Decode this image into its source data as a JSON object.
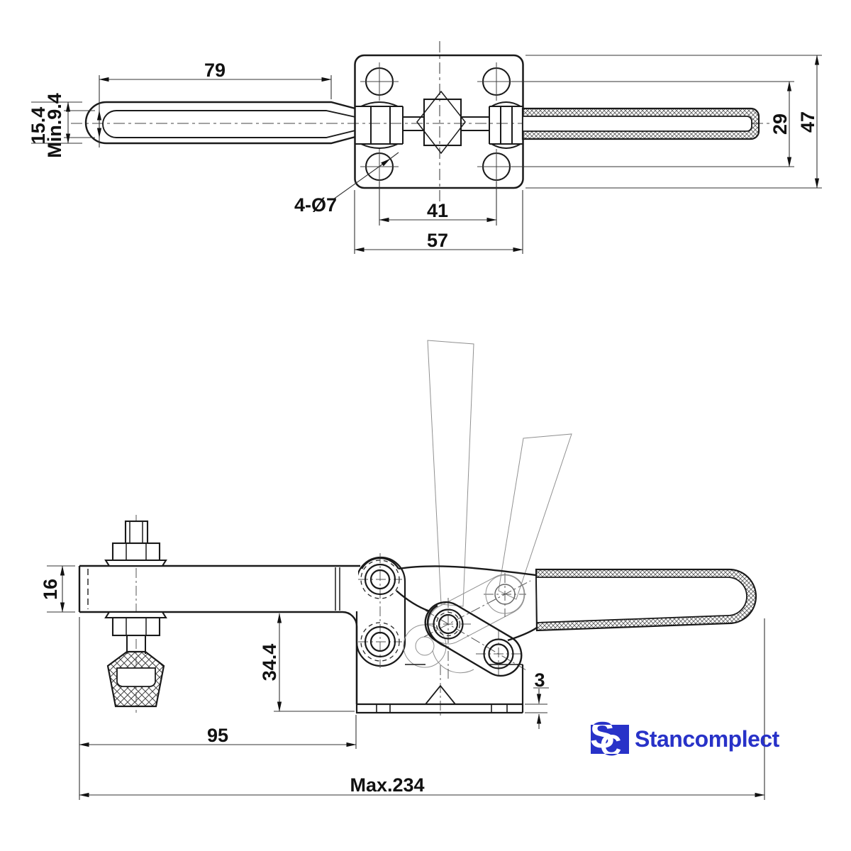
{
  "title": "Horizontal toggle clamp technical drawing",
  "top_view": {
    "dim_handle_length": "79",
    "dim_bar_height": "15.4",
    "dim_min_opening": "Min.9.4",
    "dim_holes": "4-Ø7",
    "dim_hole_spacing": "41",
    "dim_base_width": "57",
    "dim_hole_row_spacing": "29",
    "dim_base_height": "47"
  },
  "side_view": {
    "dim_bar_thickness": "16",
    "dim_drop": "34.4",
    "dim_reach": "95",
    "dim_base_thickness": "3",
    "dim_max_length": "Max.234"
  },
  "logo": {
    "monogram_s": "S",
    "monogram_c": "C",
    "wordmark": "Stancomplect",
    "brand_color": "#2832C8"
  },
  "colors": {
    "line": "#1a1a1a",
    "dimension": "#111111",
    "phantom": "#909090",
    "background": "#ffffff"
  }
}
